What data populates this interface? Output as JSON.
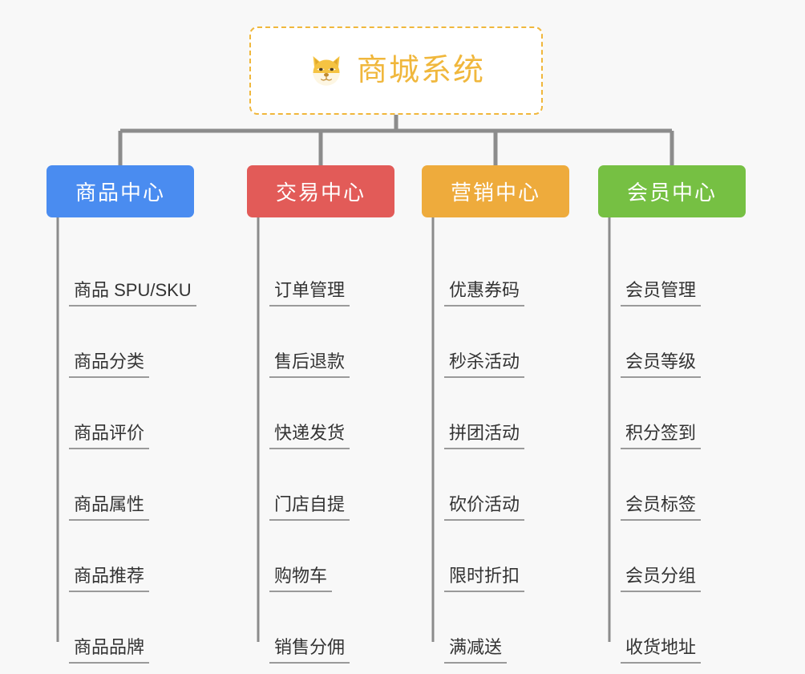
{
  "root": {
    "title": "商城系统",
    "icon": "shiba-dog-face-icon",
    "border_color": "#f0b73c",
    "text_color": "#f0b73c",
    "background": "#ffffff"
  },
  "canvas": {
    "background": "#f8f8f8",
    "connector_color": "#8c8c8c"
  },
  "columns": [
    {
      "title": "商品中心",
      "color": "#4a8cf0",
      "items": [
        "商品 SPU/SKU",
        "商品分类",
        "商品评价",
        "商品属性",
        "商品推荐",
        "商品品牌"
      ]
    },
    {
      "title": "交易中心",
      "color": "#e25b58",
      "items": [
        "订单管理",
        "售后退款",
        "快递发货",
        "门店自提",
        "购物车",
        "销售分佣"
      ]
    },
    {
      "title": "营销中心",
      "color": "#eeab3c",
      "items": [
        "优惠券码",
        "秒杀活动",
        "拼团活动",
        "砍价活动",
        "限时折扣",
        "满减送"
      ]
    },
    {
      "title": "会员中心",
      "color": "#76c043",
      "items": [
        "会员管理",
        "会员等级",
        "积分签到",
        "会员标签",
        "会员分组",
        "收货地址"
      ]
    }
  ]
}
